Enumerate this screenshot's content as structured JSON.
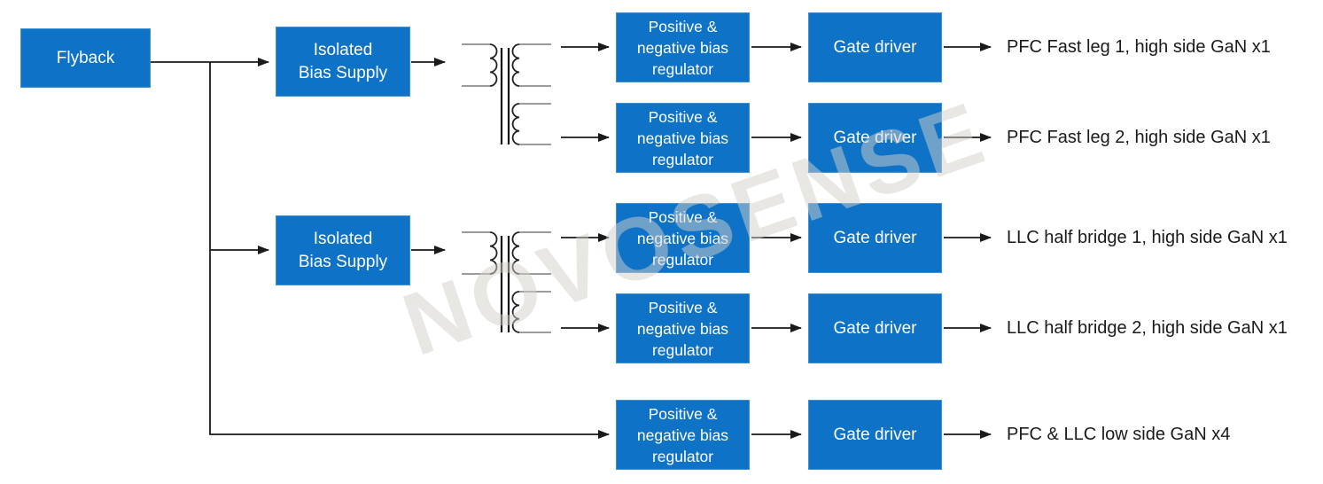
{
  "diagram": {
    "watermark": "NOVOSENSE",
    "blocks": {
      "flyback": "Flyback",
      "isolated_bias_supply": "Isolated\nBias Supply",
      "bias_regulator": "Positive &\nnegative bias\nregulator",
      "gate_driver": "Gate driver"
    },
    "outputs": [
      "PFC Fast leg 1, high side GaN x1",
      "PFC Fast leg 2, high side GaN x1",
      "LLC half bridge 1, high side GaN x1",
      "LLC half bridge 2, high side GaN x1",
      "PFC & LLC low side GaN x4"
    ],
    "colors": {
      "block_fill": "#0e73c6",
      "block_text": "#ffffff",
      "connector": "#1a1a1a",
      "watermark": "#e9e7e3"
    }
  }
}
